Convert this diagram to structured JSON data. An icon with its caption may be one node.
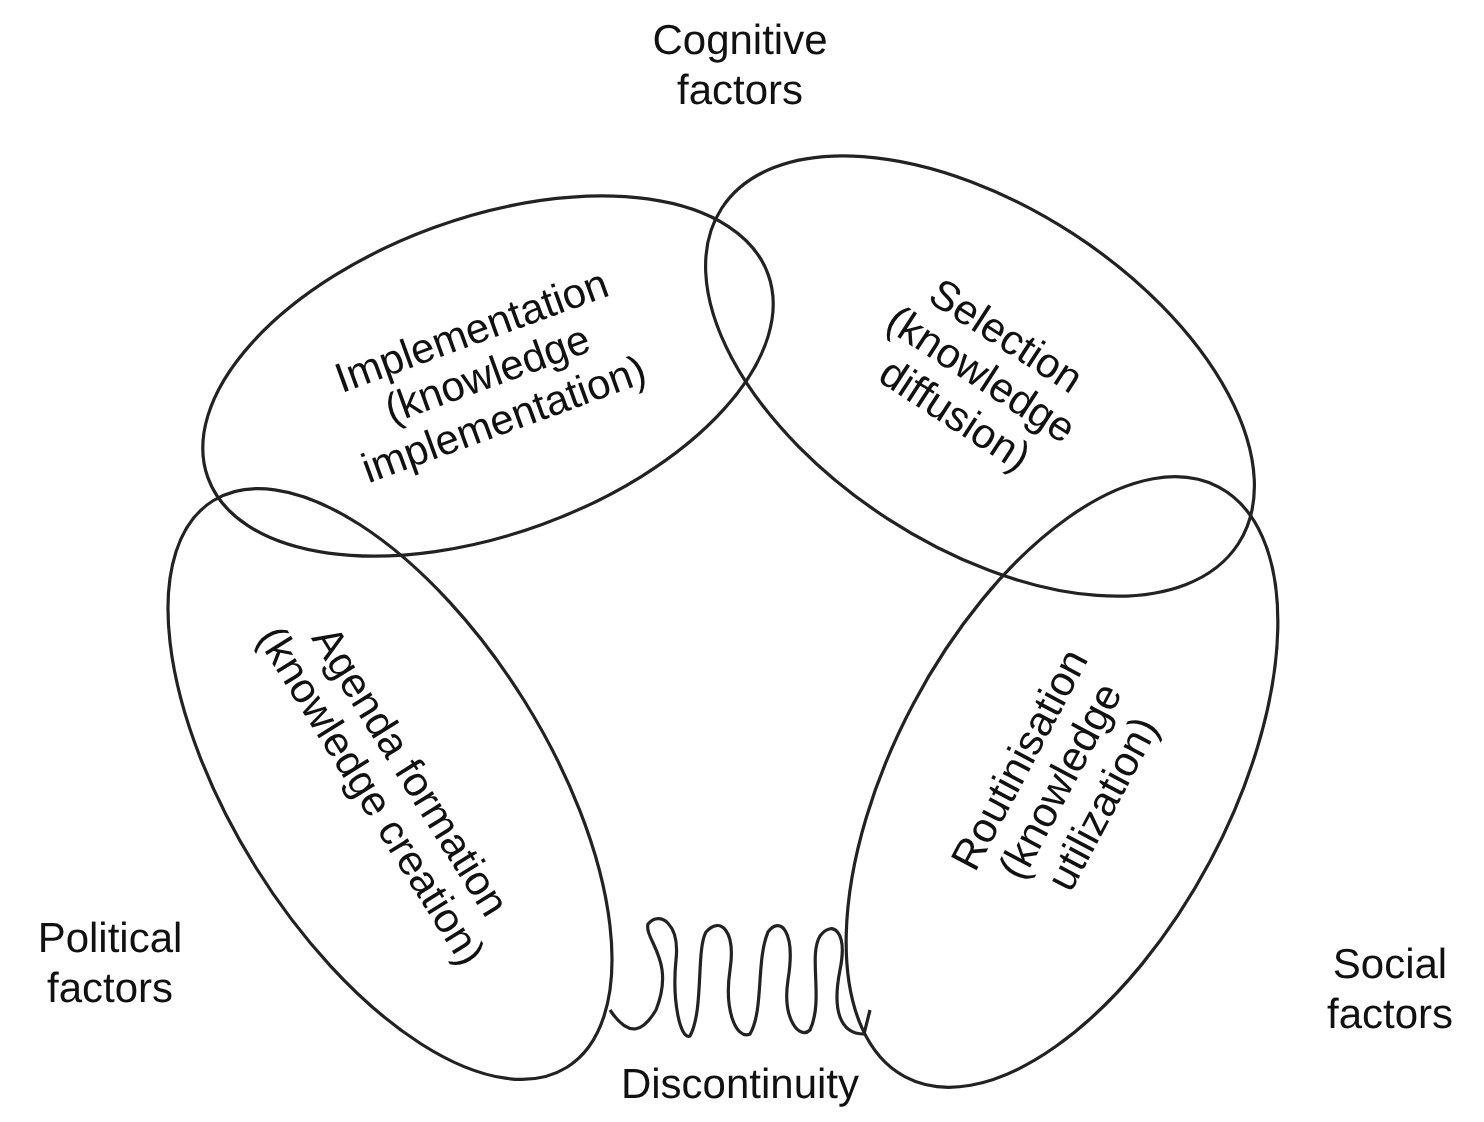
{
  "diagram": {
    "nodes": [
      {
        "text": [
          "Implementation",
          "(knowledge implementation)"
        ]
      },
      {
        "text": [
          "Selection",
          "(knowledge diffusion)"
        ]
      },
      {
        "text": [
          "Agenda formation",
          "(knowledge creation)"
        ]
      },
      {
        "text": [
          "Routinisation",
          "(knowledge utilization)"
        ]
      }
    ],
    "edges": [
      {
        "from": 2,
        "to": 3,
        "arrow": "none"
      }
    ],
    "labels": [
      "Cognitive factors",
      "Political factors",
      "Social factors",
      "Discontinuity"
    ]
  }
}
